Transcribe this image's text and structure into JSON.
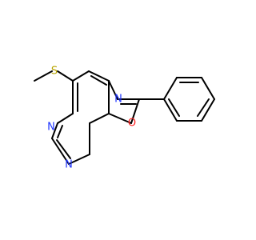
{
  "molecule": {
    "atoms": [
      {
        "id": "S",
        "label": "S",
        "color": "#b8a400"
      },
      {
        "id": "N1",
        "label": "N",
        "color": "#1f35ff"
      },
      {
        "id": "N2",
        "label": "N",
        "color": "#1f35ff"
      },
      {
        "id": "N3",
        "label": "N",
        "color": "#1f35ff"
      },
      {
        "id": "O",
        "label": "O",
        "color": "#ff1f1f"
      }
    ]
  }
}
